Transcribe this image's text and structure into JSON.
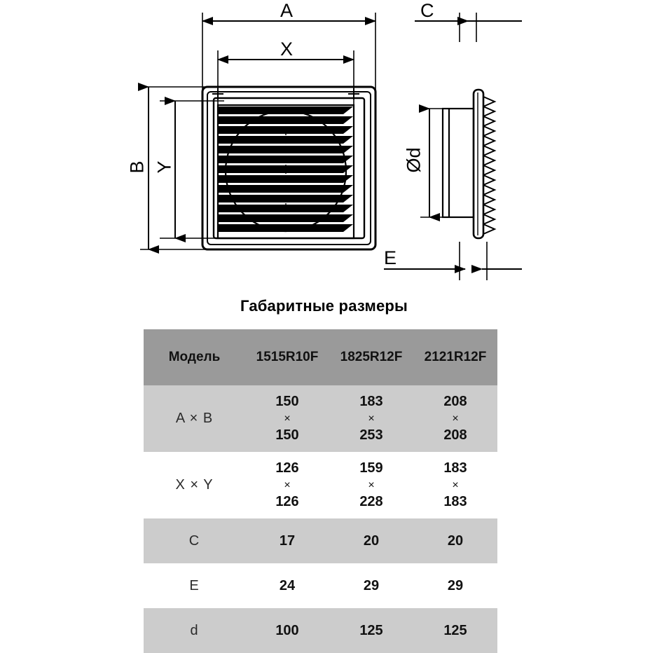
{
  "title": "Габаритные размеры",
  "drawing": {
    "front_view": {
      "labels": {
        "width_overall": "A",
        "width_inner": "X",
        "height_overall": "B",
        "height_inner": "Y"
      },
      "icon_names": [
        "ventilation-grille-front",
        "louver-slats",
        "duct-circle-outline"
      ]
    },
    "side_view": {
      "labels": {
        "flange_thickness": "C",
        "duct_diameter": "Ød",
        "spigot_length": "E"
      },
      "icon_names": [
        "ventilation-grille-side-profile",
        "duct-spigot",
        "sawtooth-louver-edge"
      ]
    }
  },
  "table": {
    "columns": [
      "Модель",
      "1515R10F",
      "1825R12F",
      "2121R12F"
    ],
    "multiply_sign": "×",
    "rows": [
      {
        "label": "A × B",
        "type": "pair",
        "values": [
          {
            "top": "150",
            "bottom": "150"
          },
          {
            "top": "183",
            "bottom": "253"
          },
          {
            "top": "208",
            "bottom": "208"
          }
        ]
      },
      {
        "label": "X × Y",
        "type": "pair",
        "values": [
          {
            "top": "126",
            "bottom": "126"
          },
          {
            "top": "159",
            "bottom": "228"
          },
          {
            "top": "183",
            "bottom": "183"
          }
        ]
      },
      {
        "label": "C",
        "type": "single",
        "values": [
          "17",
          "20",
          "20"
        ]
      },
      {
        "label": "E",
        "type": "single",
        "values": [
          "24",
          "29",
          "29"
        ]
      },
      {
        "label": "d",
        "type": "single",
        "values": [
          "100",
          "125",
          "125"
        ]
      }
    ]
  },
  "colors": {
    "header_bg": "#9a9a9a",
    "row_shade_bg": "#cccccc",
    "row_plain_bg": "#ffffff",
    "ink": "#000000"
  }
}
